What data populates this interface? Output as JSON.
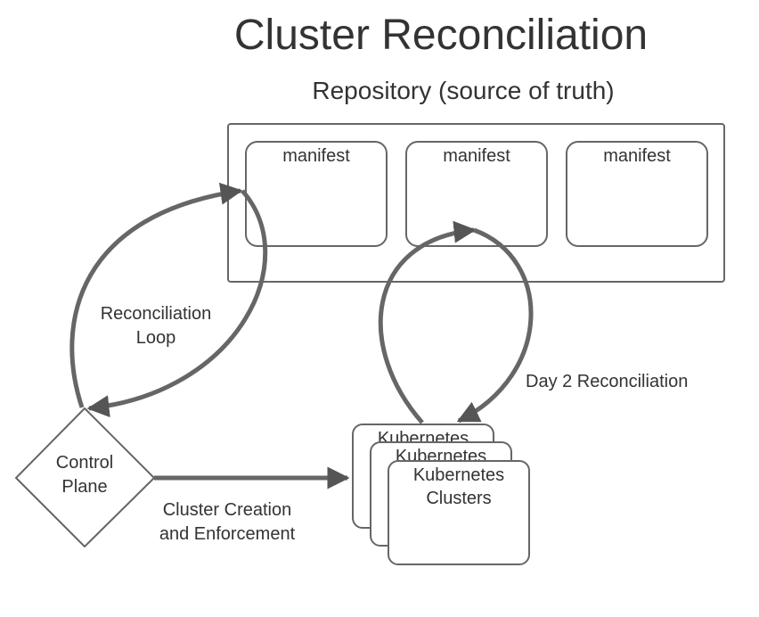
{
  "title": "Cluster Reconciliation",
  "repository": {
    "label": "Repository (source of truth)",
    "manifests": [
      "manifest",
      "manifest",
      "manifest"
    ]
  },
  "control_plane": {
    "line1": "Control",
    "line2": "Plane"
  },
  "clusters": {
    "back_label": "Kubernetes",
    "middle_label": "Kubernetes",
    "front_line1": "Kubernetes",
    "front_line2": "Clusters"
  },
  "edges": {
    "reconciliation_loop_line1": "Reconciliation",
    "reconciliation_loop_line2": "Loop",
    "day2": "Day 2 Reconciliation",
    "creation_line1": "Cluster Creation",
    "creation_line2": "and Enforcement"
  }
}
